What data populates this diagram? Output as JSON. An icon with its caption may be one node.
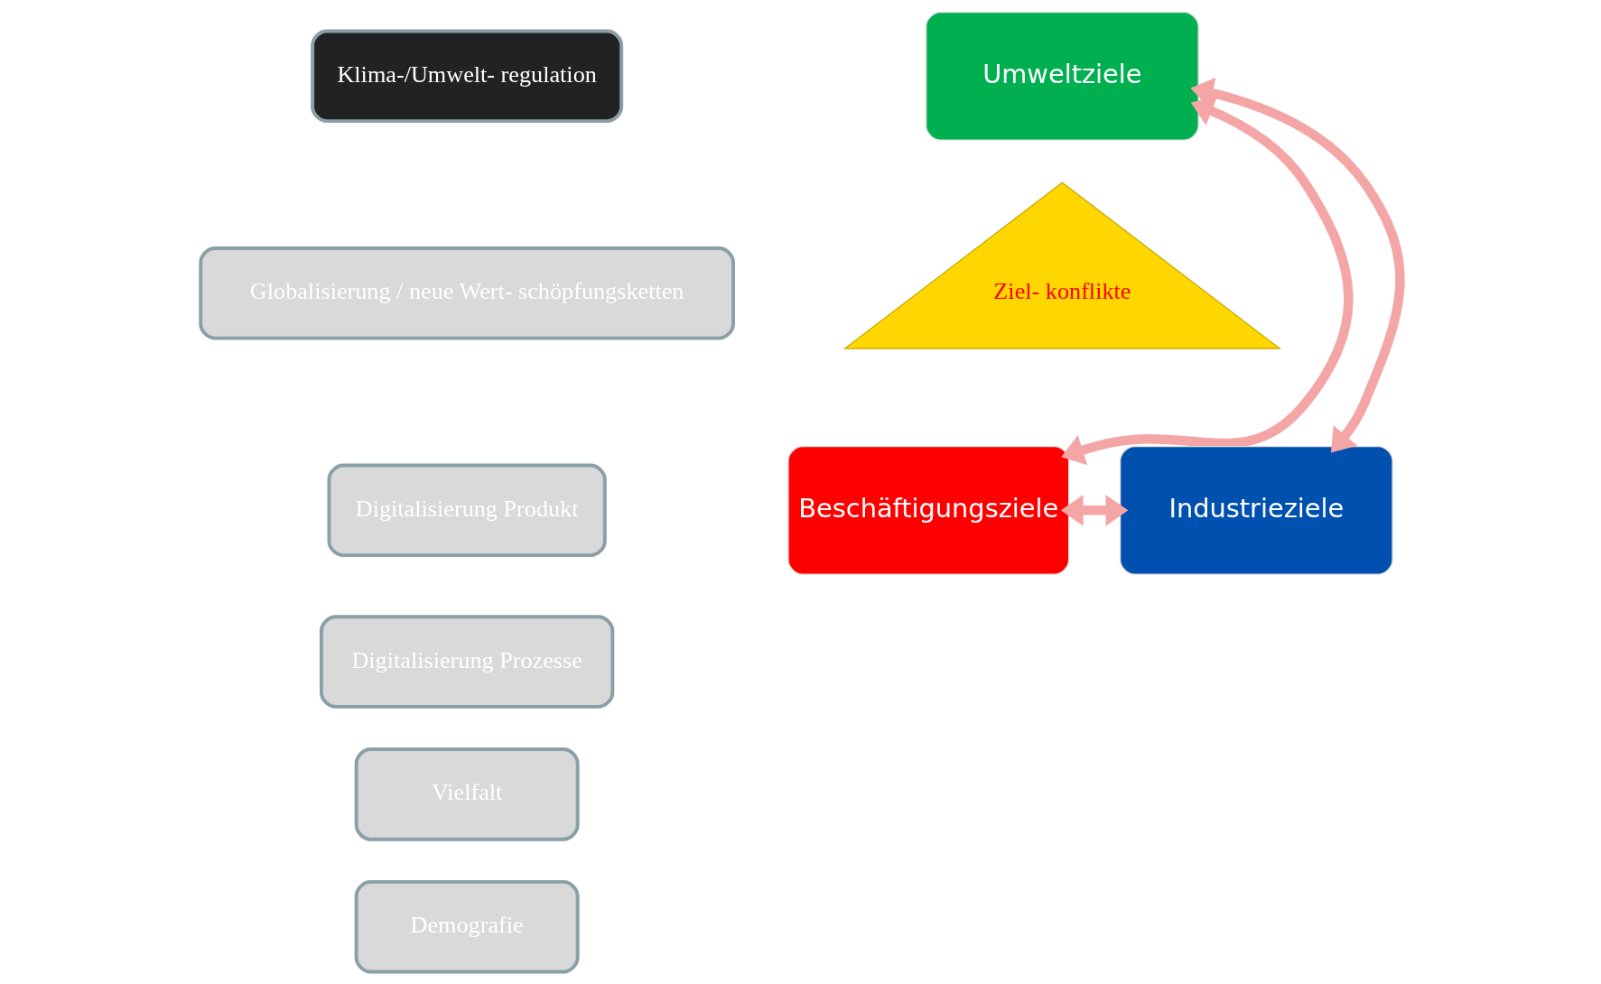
{
  "diagram": {
    "nodes": [
      {
        "text": [
          "Klima-/Umwelt- regulation"
        ]
      },
      {
        "text": [
          "Globalisierung / neue Wert- schöpfungsketten"
        ]
      },
      {
        "text": [
          "Digitalisierung Produkt"
        ]
      },
      {
        "text": [
          "Digitalisierung Prozesse"
        ]
      },
      {
        "text": [
          "Vielfalt"
        ]
      },
      {
        "text": [
          "Demografie"
        ]
      },
      {
        "text": [
          "Umweltziele"
        ]
      },
      {
        "text": [
          "Ziel- konflikte"
        ]
      },
      {
        "text": [
          "Beschäftigungsziele"
        ]
      },
      {
        "text": [
          "Industrieziele"
        ]
      }
    ],
    "edges": [
      {
        "from": 6,
        "to": 8,
        "arrow": "both"
      },
      {
        "from": 6,
        "to": 9,
        "arrow": "both"
      },
      {
        "from": 8,
        "to": 9,
        "arrow": "both"
      }
    ]
  }
}
